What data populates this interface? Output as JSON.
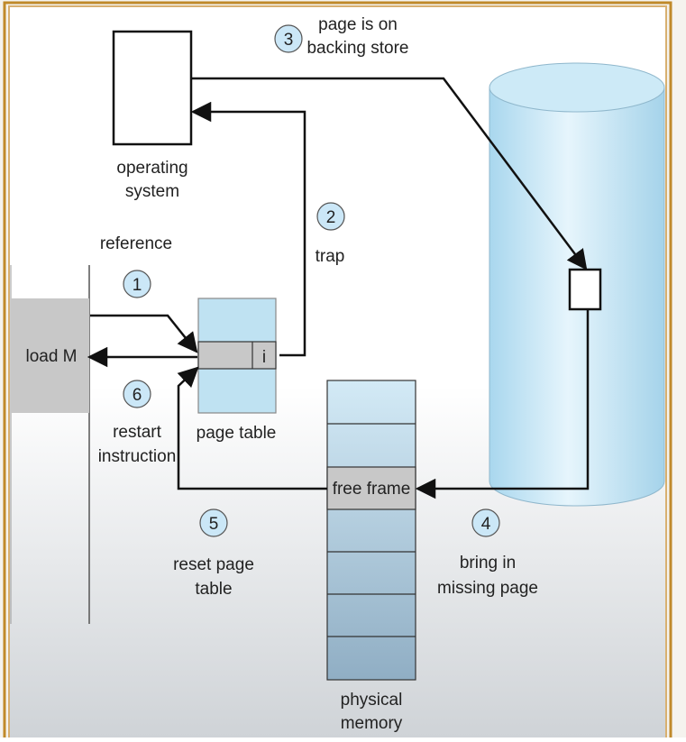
{
  "labels": {
    "step3_line1": "page is on",
    "step3_line2": "backing store",
    "os_line1": "operating",
    "os_line2": "system",
    "trap": "trap",
    "reference": "reference",
    "load_m": "load M",
    "valid_bit": "i",
    "page_table": "page table",
    "restart_line1": "restart",
    "restart_line2": "instruction",
    "free_frame": "free frame",
    "reset_line1": "reset page",
    "reset_line2": "table",
    "bring_line1": "bring in",
    "bring_line2": "missing page",
    "phys_line1": "physical",
    "phys_line2": "memory"
  },
  "steps": {
    "s1": "1",
    "s2": "2",
    "s3": "3",
    "s4": "4",
    "s5": "5",
    "s6": "6"
  },
  "colors": {
    "frame_border": "#c08a2a",
    "gray_block": "#c8c8c8",
    "page_table_fill": "#bfe2f2",
    "phys_mem_top": "#cfe7f4",
    "phys_mem_bottom": "#95b4c9",
    "cylinder": "#bde4f4",
    "step_circle": "#cbe7f7",
    "line": "#111111"
  }
}
